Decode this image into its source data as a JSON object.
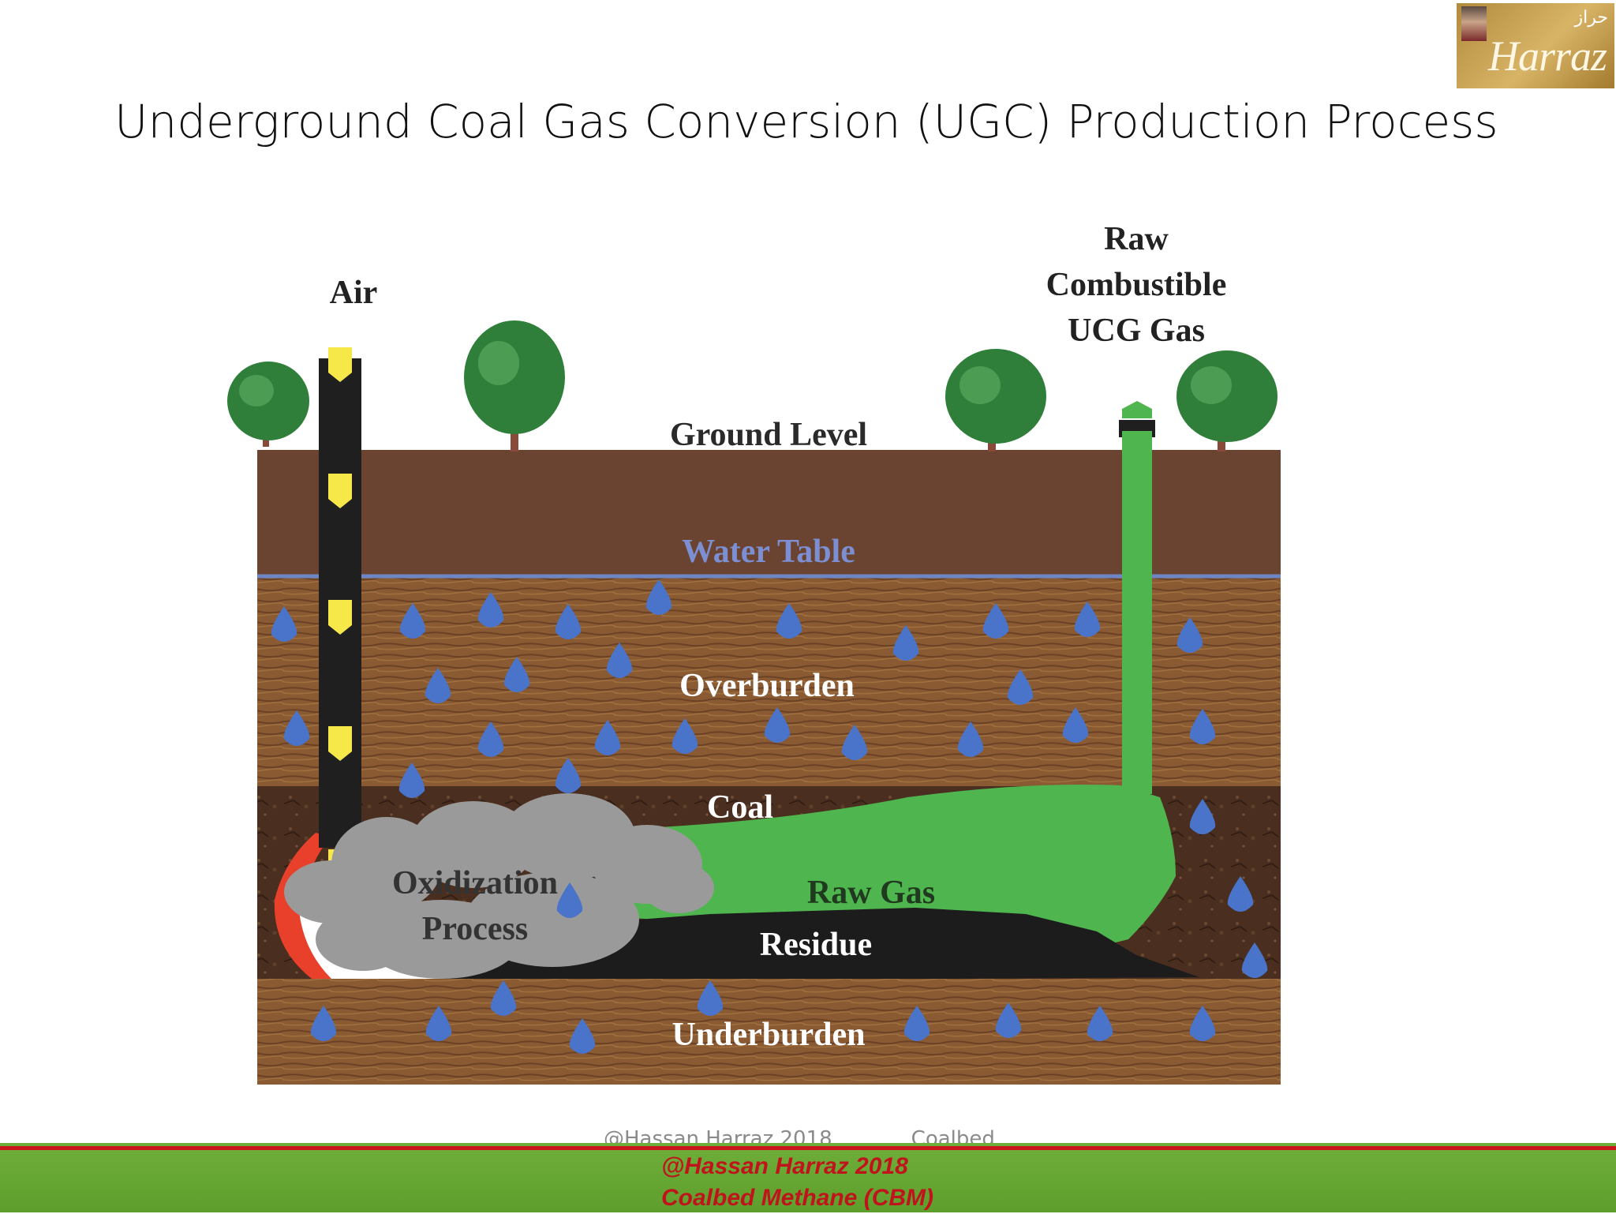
{
  "slide": {
    "title": "Underground Coal Gas Conversion (UGC) Production Process"
  },
  "logo": {
    "arabic": "حراز",
    "script": "Harraz"
  },
  "diagram": {
    "labels": {
      "air": "Air",
      "raw_line1": "Raw",
      "raw_line2": "Combustible",
      "raw_line3": "UCG Gas",
      "ground_level": "Ground Level",
      "water_table": "Water Table",
      "overburden": "Overburden",
      "coal": "Coal",
      "oxidization_line1": "Oxidization",
      "oxidization_line2": "Process",
      "raw_gas": "Raw Gas",
      "residue": "Residue",
      "underburden": "Underburden"
    },
    "colors": {
      "soil": "#6a4430",
      "overburden": "#8a5a32",
      "coal": "#4a2e1f",
      "water_drop": "#4a74c9",
      "water_table_line": "#6e86c4",
      "gas_green": "#4fb54f",
      "air_pipe": "#1f1f1f",
      "air_arrow": "#f7e84a",
      "smoke": "#9a9a9a",
      "residue": "#1c1c1c",
      "fire": "#e8402b",
      "tree": "#2f7f3a"
    }
  },
  "footer": {
    "ghost_left": "@Hassan Harraz 2018",
    "ghost_right": "Coalbed",
    "line1": "@Hassan Harraz 2018",
    "line2": "Coalbed  Methane (CBM)"
  }
}
